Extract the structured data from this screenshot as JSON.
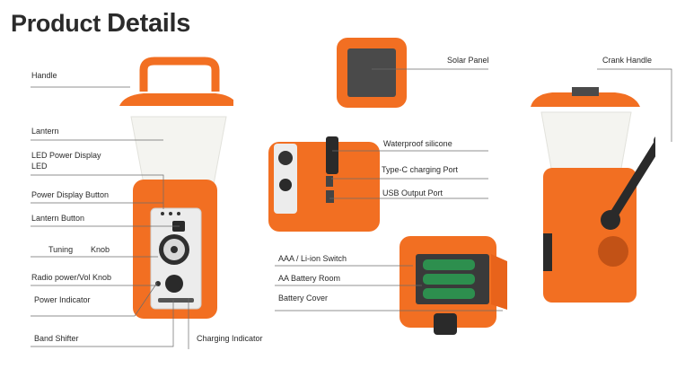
{
  "title": {
    "word1": "Product",
    "word2": "Details"
  },
  "colors": {
    "orange": "#f26f22",
    "orange_dark": "#d85a14",
    "lantern_white": "#f4f4f0",
    "panel_grey": "#4a4a4a",
    "leader": "#6b6b6b"
  },
  "callouts": {
    "handle": "Handle",
    "lantern": "Lantern",
    "led_power_display": "LED Power Display",
    "led": "LED",
    "power_display_button": "Power Display Button",
    "lantern_button": "Lantern Button",
    "tuning": "Tuning",
    "knob": "Knob",
    "radio_power_vol_knob": "Radio  power/Vol Knob",
    "power_indicator": "Power Indicator",
    "band_shifter": "Band Shifter",
    "charging_indicator": "Charging Indicator",
    "solar_panel": "Solar Panel",
    "crank_handle": "Crank Handle",
    "waterproof_silicone": "Waterproof silicone",
    "type_c_charging_port": "Type-C charging Port",
    "usb_output_port": "USB Output Port",
    "aaa_li_ion_switch": "AAA / Li-ion Switch",
    "aa_battery_room": "AA Battery Room",
    "battery_cover": "Battery Cover"
  }
}
